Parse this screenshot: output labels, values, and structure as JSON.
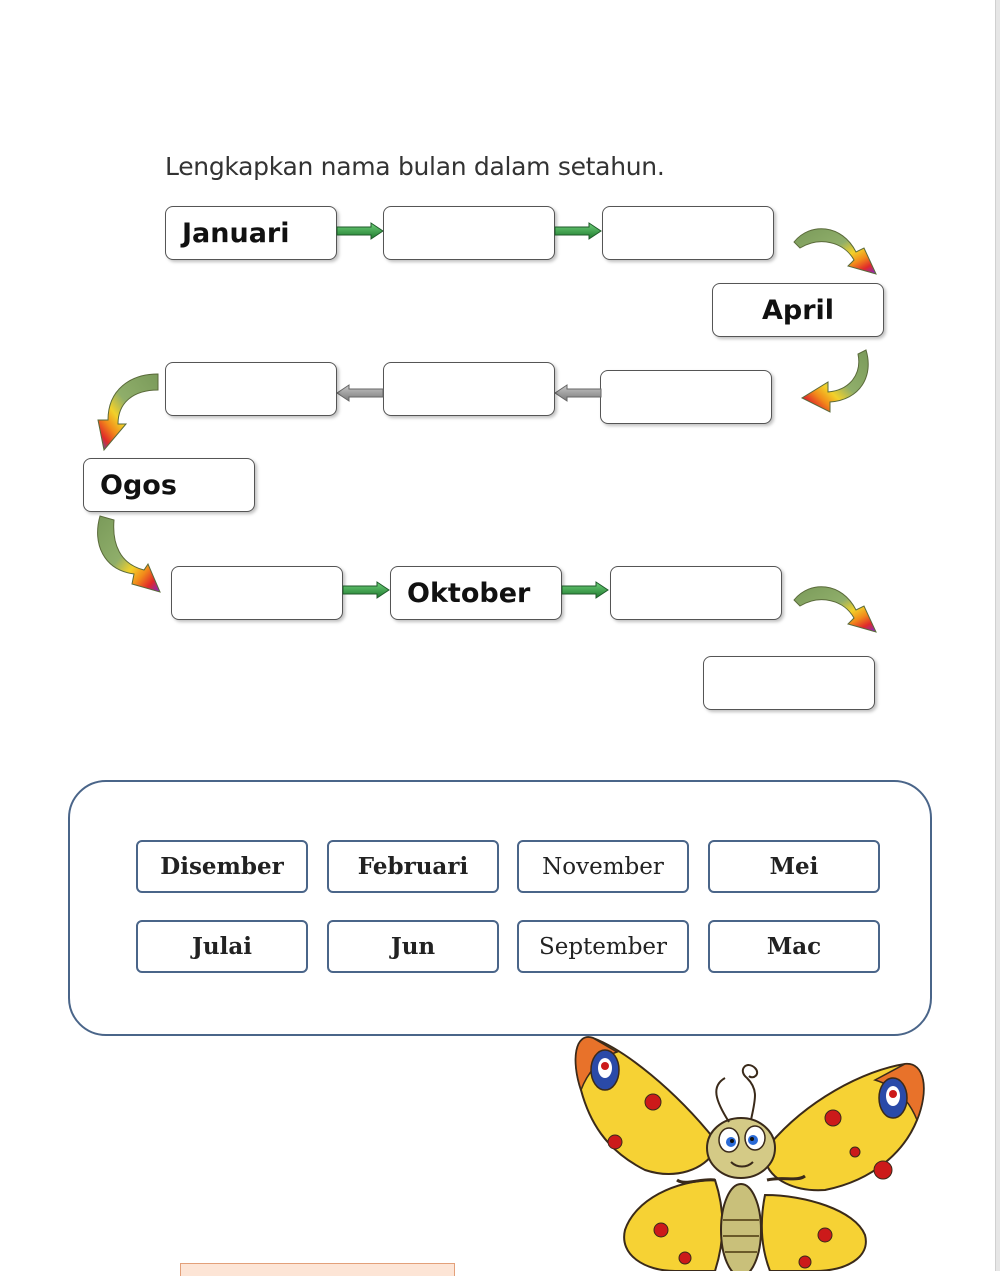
{
  "worksheet": {
    "instruction": "Lengkapkan nama bulan dalam setahun.",
    "sequence": [
      {
        "label": "Januari"
      },
      {
        "label": ""
      },
      {
        "label": ""
      },
      {
        "label": "April"
      },
      {
        "label": ""
      },
      {
        "label": ""
      },
      {
        "label": ""
      },
      {
        "label": "Ogos"
      },
      {
        "label": ""
      },
      {
        "label": "Oktober"
      },
      {
        "label": ""
      },
      {
        "label": ""
      }
    ]
  },
  "word_bank": {
    "chips": [
      {
        "label": "Disember"
      },
      {
        "label": "Februari"
      },
      {
        "label": "November"
      },
      {
        "label": "Mei"
      },
      {
        "label": "Julai"
      },
      {
        "label": "Jun"
      },
      {
        "label": "September"
      },
      {
        "label": "Mac"
      }
    ]
  },
  "colors": {
    "box_border": "#555555",
    "straight_arrow": "#2e8b3e",
    "reverse_arrow": "#8f8f8f",
    "bank_border": "#4a6589"
  },
  "icons": {
    "straight_arrow": "right-arrow-icon",
    "reverse_arrow": "left-arrow-icon",
    "curved_arrow": "rainbow-curved-arrow-icon",
    "decoration": "butterfly-illustration"
  }
}
